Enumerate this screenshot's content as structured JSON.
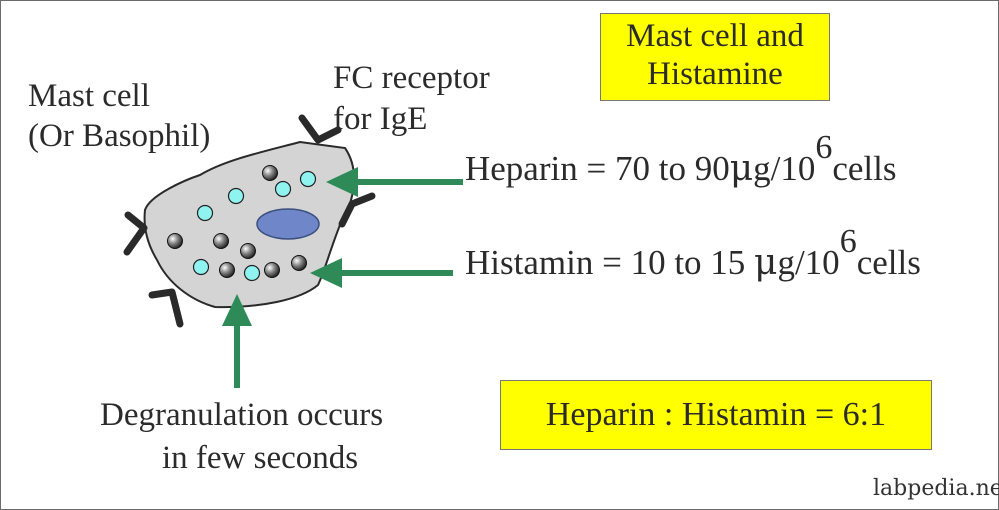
{
  "title_box": {
    "line1": "Mast cell and",
    "line2": "Histamine"
  },
  "cell_label": {
    "line1": "Mast cell",
    "line2": "(Or Basophil)"
  },
  "receptor_label": {
    "line1": "FC receptor",
    "line2": "for IgE"
  },
  "heparin": {
    "prefix": "Heparin = 70 to 90",
    "unit": "μ",
    "unit_rest": "g/10",
    "exponent": "6",
    "suffix": "cells"
  },
  "histamin": {
    "prefix": "Histamin = 10 to 15",
    "unit": "μ",
    "unit_rest": "g/10",
    "exponent": "6",
    "suffix": "cells"
  },
  "degranulation": {
    "line1": "Degranulation occurs",
    "line2": "in few seconds"
  },
  "ratio_box": "Heparin : Histamin = 6:1",
  "credit": "labpedia.net",
  "colors": {
    "cell_fill": "#d4d4d4",
    "nucleus": "#6f86c8",
    "arrow": "#2e8b57",
    "highlight": "#ffff00",
    "receptor": "#2a2a2a",
    "cyan_granule": "#8ff4f0"
  }
}
